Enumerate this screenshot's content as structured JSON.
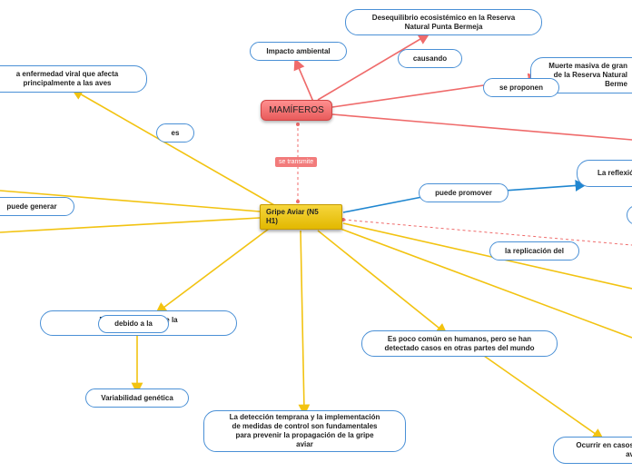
{
  "central": {
    "label": "Gripe Aviar (N5\nH1)"
  },
  "mamiferos": {
    "label": "MAMÍFEROS"
  },
  "link_tag": {
    "label": "se transmite"
  },
  "nodes": {
    "desequilibrio": "Desequilibrio ecosistémico en la Reserva\nNatural Punta Bermeja",
    "impacto": "Impacto ambiental",
    "causando": "causando",
    "muerte": "Muerte masiva de gran\nde la Reserva Natural\nBerme",
    "se_proponen": "se proponen",
    "enfermedad": "a enfermedad viral que afecta\nprincipalmente a las aves",
    "es": "es",
    "reflexion": "La reflexió",
    "puede_promover": "puede promover",
    "puede_generar": "puede generar",
    "replicacion": "la replicación del",
    "existen": "Existen di                    e virus de la",
    "debido": "debido a la",
    "variabilidad": "Variabilidad genética",
    "poco_comun": "Es poco común en humanos, pero se han\ndetectado casos en otras partes del mundo",
    "deteccion": "La detección temprana y la implementación\nde medidas de control son fundamentales\npara prevenir la propagación de la gripe\naviar",
    "ocurrir": "Ocurrir en casos\nav"
  },
  "colors": {
    "yellow": "#f2c311",
    "red": "#ef6b6b",
    "blue": "#1f86d0",
    "node_border": "#4a90d6"
  }
}
